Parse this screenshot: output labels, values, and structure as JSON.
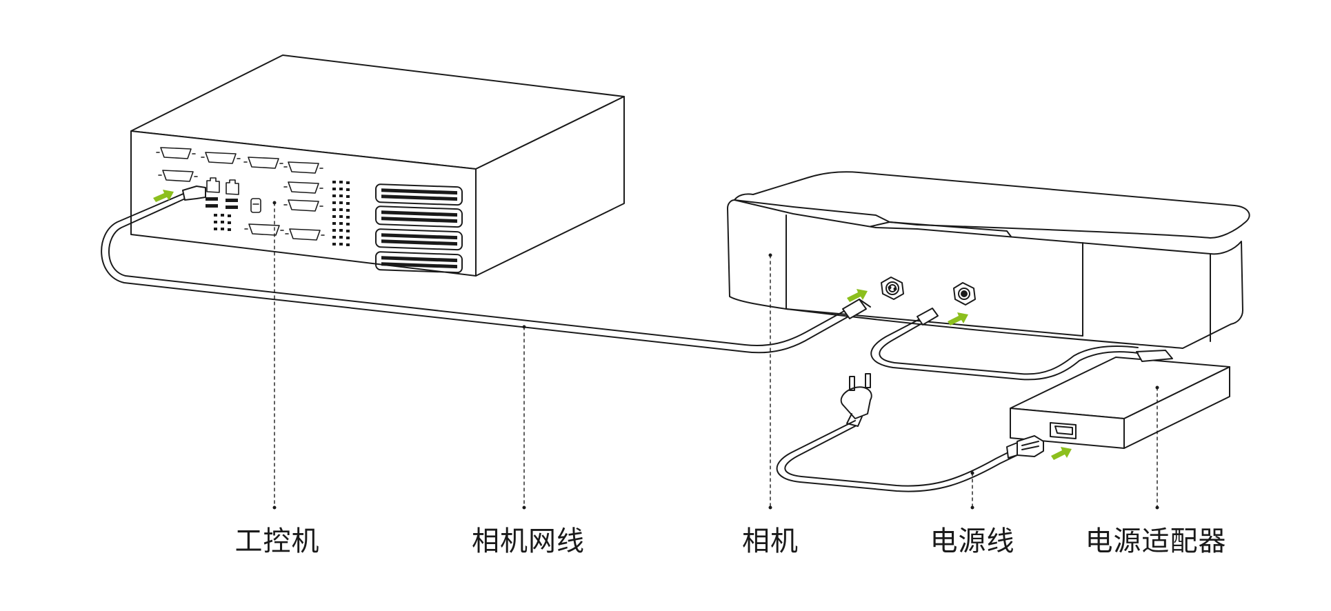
{
  "labels": {
    "ipc": "工控机",
    "camera_cable": "相机网线",
    "camera": "相机",
    "power_cable": "电源线",
    "power_adapter": "电源适配器"
  },
  "colors": {
    "line": "#1a1a1a",
    "accent_arrow": "#8cbf1e",
    "background": "#ffffff"
  },
  "icons": {
    "connection_arrow": "green-arrow-icon"
  }
}
